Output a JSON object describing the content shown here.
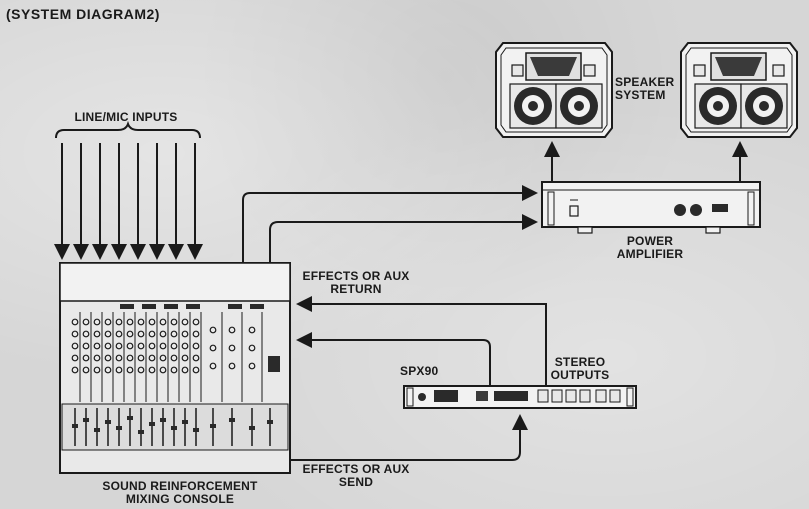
{
  "title": "(SYSTEM DIAGRAM2)",
  "labels": {
    "line_mic_inputs": "LINE/MIC INPUTS",
    "speaker_system_1": "SPEAKER",
    "speaker_system_2": "SYSTEM",
    "power_amp_1": "POWER",
    "power_amp_2": "AMPLIFIER",
    "effects_return_1": "EFFECTS OR AUX",
    "effects_return_2": "RETURN",
    "stereo_outputs_1": "STEREO",
    "stereo_outputs_2": "OUTPUTS",
    "spx90": "SPX90",
    "effects_send_1": "EFFECTS OR AUX",
    "effects_send_2": "SEND",
    "console_1": "SOUND REINFORCEMENT",
    "console_2": "MIXING CONSOLE"
  },
  "colors": {
    "line": "#1a1a1a",
    "device": "#f2f2f2",
    "dark": "#2a2a2a"
  }
}
